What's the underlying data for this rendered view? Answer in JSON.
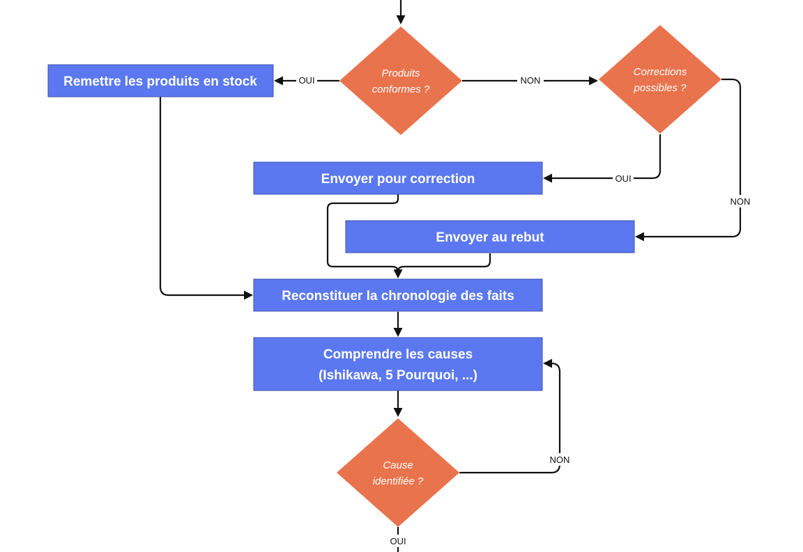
{
  "colors": {
    "process": "#5b78f0",
    "process_border": "#3b4fa8",
    "decision": "#e8734c",
    "text": "#ffffff",
    "edge": "#111111"
  },
  "nodes": {
    "remettre_stock": "Remettre les produits en stock",
    "produits_conformes": [
      "Produits",
      "conformes ?"
    ],
    "corrections_possibles": [
      "Corrections",
      "possibles ?"
    ],
    "envoyer_correction": "Envoyer pour correction",
    "envoyer_rebut": "Envoyer au rebut",
    "reconstituer": "Reconstituer la chronologie des faits",
    "comprendre_causes": [
      "Comprendre les causes",
      "(Ishikawa, 5 Pourquoi, ...)"
    ],
    "cause_identifiee": [
      "Cause",
      "identifiée ?"
    ]
  },
  "edges": {
    "conformes_oui": "OUI",
    "conformes_non": "NON",
    "corrections_oui": "OUI",
    "corrections_non": "NON",
    "cause_non": "NON",
    "cause_oui": "OUI"
  }
}
